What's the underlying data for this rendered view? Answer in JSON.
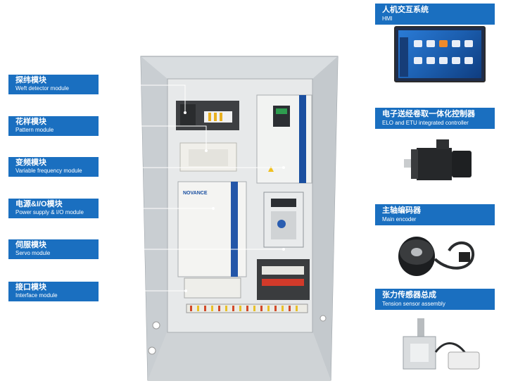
{
  "modules": [
    {
      "cn": "探纬模块",
      "en": "Weft detector module"
    },
    {
      "cn": "花样模块",
      "en": "Pattern module"
    },
    {
      "cn": "变频模块",
      "en": "Variable frequency module"
    },
    {
      "cn": "电源&I/O模块",
      "en": "Power supply & I/O module"
    },
    {
      "cn": "伺服模块",
      "en": "Servo module"
    },
    {
      "cn": "接口模块",
      "en": "Interface module"
    }
  ],
  "components": [
    {
      "cn": "人机交互系统",
      "en": "HMI"
    },
    {
      "cn": "电子送经卷取一体化控制器",
      "en": "ELO and ETU integrated controller"
    },
    {
      "cn": "主轴编码器",
      "en": "Main encoder"
    },
    {
      "cn": "张力传感器总成",
      "en": "Tension sensor assembly"
    }
  ],
  "drive_brand": "NOVANCE",
  "colors": {
    "label_bg": "#1a6fc0",
    "label_text": "#ffffff"
  }
}
